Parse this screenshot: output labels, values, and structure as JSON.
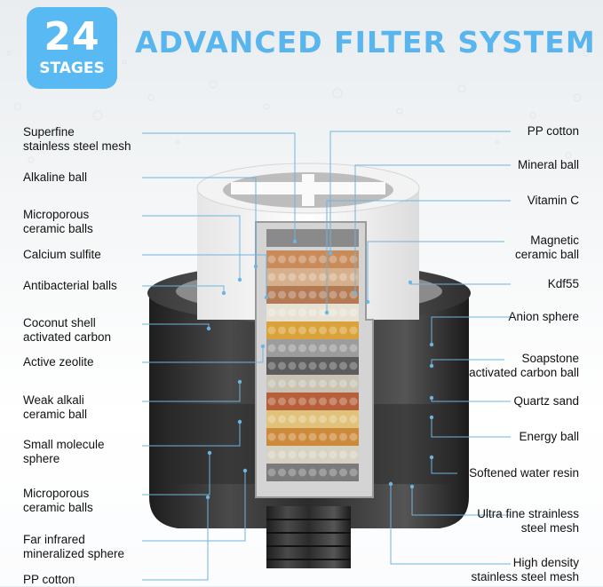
{
  "badge": {
    "number": "24",
    "label": "STAGES"
  },
  "title": "ADVANCED FILTER SYSTEM",
  "colors": {
    "accent": "#59b9f2",
    "title": "#58b5ee",
    "leader": "#6fb4e0"
  },
  "left_labels": [
    "Superfine\nstainless steel mesh",
    "Alkaline ball",
    "Microporous\nceramic balls",
    "Calcium sulfite",
    "Antibacterial balls",
    "Coconut shell\nactivated carbon",
    "Active zeolite",
    "Weak alkali\nceramic ball",
    "Small molecule\nsphere",
    "Microporous\nceramic balls",
    "Far infrared\nmineralized sphere",
    "PP cotton"
  ],
  "right_labels": [
    "PP cotton",
    "Mineral ball",
    "Vitamin C",
    "Magnetic\nceramic ball",
    "Kdf55",
    "Anion sphere",
    "Soapstone\nactivated carbon ball",
    "Quartz sand",
    "Energy ball",
    "Softened water resin",
    "Ultra fine strainless\nsteel mesh",
    "High density\nstainless steel mesh"
  ]
}
